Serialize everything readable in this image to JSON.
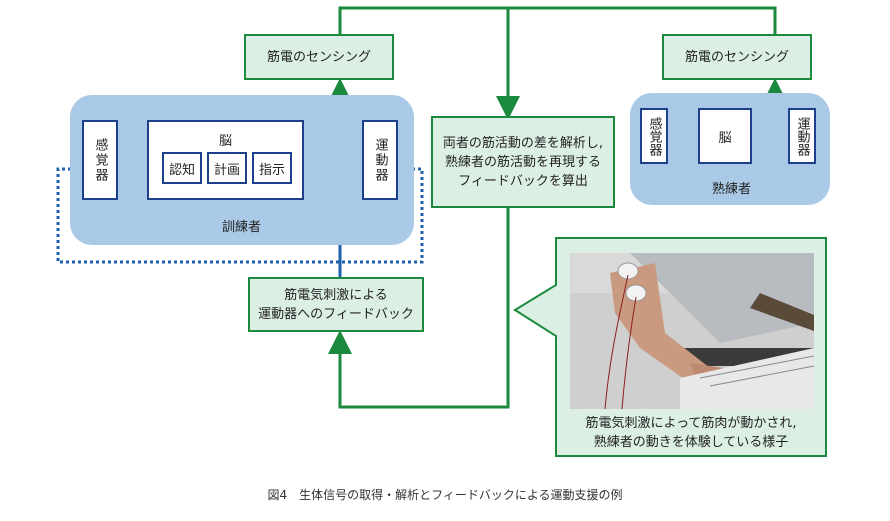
{
  "trainee": {
    "label": "訓練者",
    "sensory": "感覚器",
    "brain": {
      "title": "脳",
      "cognition": "認知",
      "plan": "計画",
      "command": "指示"
    },
    "motor": "運動器"
  },
  "expert": {
    "label": "熟練者",
    "sensory": "感覚器",
    "brain": "脳",
    "motor": "運動器"
  },
  "sensing_left": "筋電のセンシング",
  "sensing_right": "筋電のセンシング",
  "analysis": [
    "両者の筋活動の差を解析し,",
    "熟練者の筋活動を再現する",
    "フィードバックを算出"
  ],
  "stimulation": [
    "筋電気刺激による",
    "運動器へのフィードバック"
  ],
  "photo_caption": [
    "筋電気刺激によって筋肉が動かされ,",
    "熟練者の動きを体験している様子"
  ],
  "figure_caption": "図4　生体信号の取得・解析とフィードバックによる運動支援の例",
  "colors": {
    "green": "#1b8a3e",
    "blue": "#1e5fae",
    "panel": "#a9c9e6",
    "greenbox": "#dcefe4"
  }
}
